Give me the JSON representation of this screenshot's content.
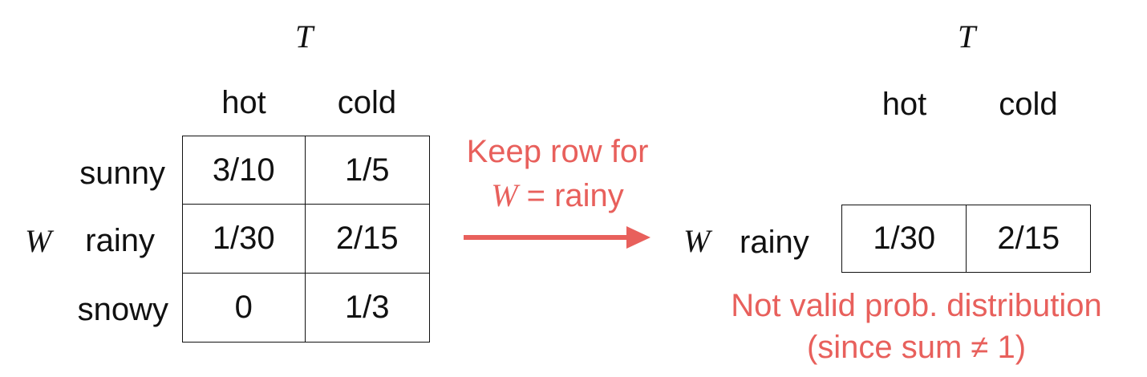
{
  "left": {
    "col_var": "T",
    "row_var": "W",
    "col_headers": [
      "hot",
      "cold"
    ],
    "rows": [
      {
        "label": "sunny",
        "cells": [
          "3/10",
          "1/5"
        ]
      },
      {
        "label": "rainy",
        "cells": [
          "1/30",
          "2/15"
        ]
      },
      {
        "label": "snowy",
        "cells": [
          "0",
          "1/3"
        ]
      }
    ]
  },
  "arrow": {
    "line1": "Keep row for",
    "var": "W",
    "line2_rest": " = rainy",
    "color": "#e8605c"
  },
  "right": {
    "col_var": "T",
    "row_var": "W",
    "col_headers": [
      "hot",
      "cold"
    ],
    "row_label": "rainy",
    "cells": [
      "1/30",
      "2/15"
    ]
  },
  "note": {
    "line1": "Not valid prob. distribution",
    "line2": "(since sum ≠ 1)"
  }
}
